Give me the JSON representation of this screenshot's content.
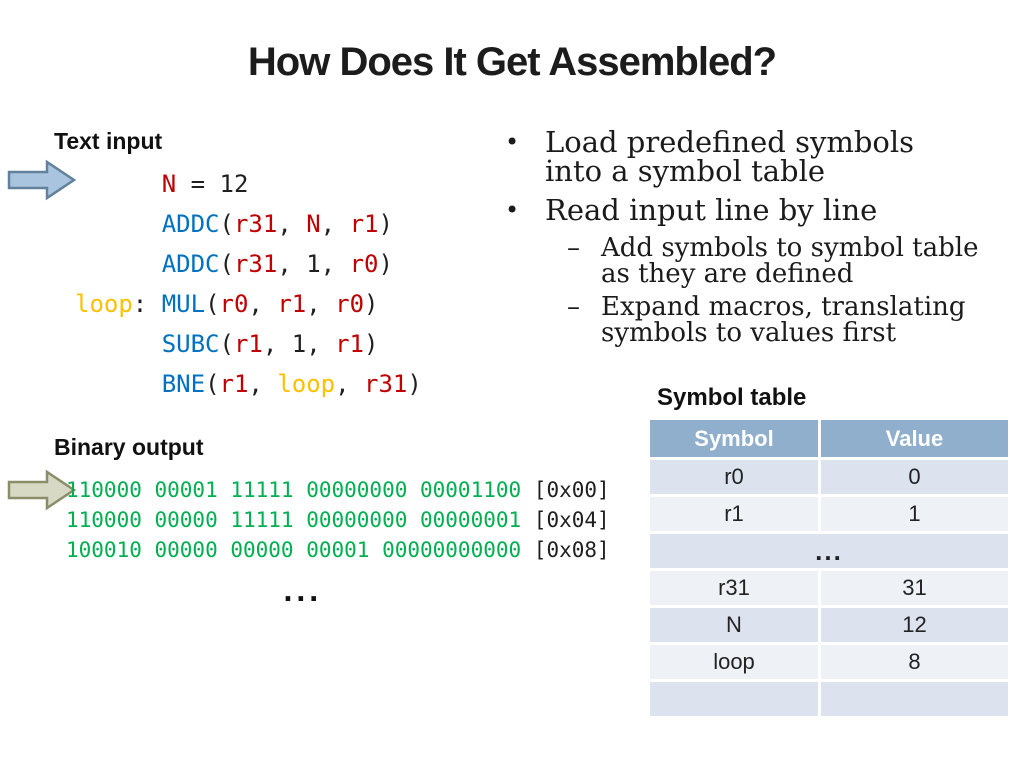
{
  "slide_title": "How Does It Get Assembled?",
  "left_column": {
    "text_input_label": "Text input",
    "code_lines": [
      [
        {
          "t": "      ",
          "c": "k"
        },
        {
          "t": "N",
          "c": "r"
        },
        {
          "t": " = 12",
          "c": "k"
        }
      ],
      [
        {
          "t": "      ",
          "c": "k"
        },
        {
          "t": "ADDC",
          "c": "b"
        },
        {
          "t": "(",
          "c": "k"
        },
        {
          "t": "r31",
          "c": "r"
        },
        {
          "t": ", ",
          "c": "k"
        },
        {
          "t": "N",
          "c": "r"
        },
        {
          "t": ", ",
          "c": "k"
        },
        {
          "t": "r1",
          "c": "r"
        },
        {
          "t": ")",
          "c": "k"
        }
      ],
      [
        {
          "t": "      ",
          "c": "k"
        },
        {
          "t": "ADDC",
          "c": "b"
        },
        {
          "t": "(",
          "c": "k"
        },
        {
          "t": "r31",
          "c": "r"
        },
        {
          "t": ", 1, ",
          "c": "k"
        },
        {
          "t": "r0",
          "c": "r"
        },
        {
          "t": ")",
          "c": "k"
        }
      ],
      [
        {
          "t": "loop",
          "c": "y"
        },
        {
          "t": ": ",
          "c": "k"
        },
        {
          "t": "MUL",
          "c": "b"
        },
        {
          "t": "(",
          "c": "k"
        },
        {
          "t": "r0",
          "c": "r"
        },
        {
          "t": ", ",
          "c": "k"
        },
        {
          "t": "r1",
          "c": "r"
        },
        {
          "t": ", ",
          "c": "k"
        },
        {
          "t": "r0",
          "c": "r"
        },
        {
          "t": ")",
          "c": "k"
        }
      ],
      [
        {
          "t": "      ",
          "c": "k"
        },
        {
          "t": "SUBC",
          "c": "b"
        },
        {
          "t": "(",
          "c": "k"
        },
        {
          "t": "r1",
          "c": "r"
        },
        {
          "t": ", 1, ",
          "c": "k"
        },
        {
          "t": "r1",
          "c": "r"
        },
        {
          "t": ")",
          "c": "k"
        }
      ],
      [
        {
          "t": "      ",
          "c": "k"
        },
        {
          "t": "BNE",
          "c": "b"
        },
        {
          "t": "(",
          "c": "k"
        },
        {
          "t": "r1",
          "c": "r"
        },
        {
          "t": ", ",
          "c": "k"
        },
        {
          "t": "loop",
          "c": "y"
        },
        {
          "t": ", ",
          "c": "k"
        },
        {
          "t": "r31",
          "c": "r"
        },
        {
          "t": ")",
          "c": "k"
        }
      ]
    ],
    "binary_output_label": "Binary output",
    "binary_lines": [
      [
        {
          "t": "110000 00001 11111 00000000 00001100 ",
          "c": "g"
        },
        {
          "t": "[0x00]",
          "c": "k"
        }
      ],
      [
        {
          "t": "110000 00000 11111 00000000 00000001 ",
          "c": "g"
        },
        {
          "t": "[0x04]",
          "c": "k"
        }
      ],
      [
        {
          "t": "100010 00000 00000 00001 00000000000 ",
          "c": "g"
        },
        {
          "t": "[0x08]",
          "c": "k"
        }
      ]
    ],
    "ellipsis": "..."
  },
  "right_column": {
    "bullets": [
      {
        "marker": "•",
        "lines": [
          "Load predefined symbols",
          "into a symbol table"
        ]
      },
      {
        "marker": "•",
        "lines": [
          "Read input line by line"
        ]
      },
      {
        "marker": "–",
        "lines": [
          "Add symbols to symbol table",
          "as they are defined"
        ]
      },
      {
        "marker": "–",
        "lines": [
          "Expand macros, translating",
          "symbols to values first"
        ]
      }
    ]
  },
  "symbol_table": {
    "title": "Symbol table",
    "headers": [
      "Symbol",
      "Value"
    ],
    "rows": [
      {
        "symbol": "r0",
        "value": "0"
      },
      {
        "symbol": "r1",
        "value": "1"
      },
      {
        "merged": "..."
      },
      {
        "symbol": "r31",
        "value": "31"
      },
      {
        "symbol": "N",
        "value": "12"
      },
      {
        "symbol": "loop",
        "value": "8"
      },
      {
        "symbol": "",
        "value": ""
      }
    ]
  },
  "icons": {
    "text_input_arrow": "right-block-arrow",
    "binary_output_arrow": "right-block-arrow"
  },
  "colors": {
    "opcode_blue": "#0070C0",
    "register_red": "#C00000",
    "label_yellow": "#FFC000",
    "binary_green": "#00B050",
    "table_header_blue": "#8FAFCC",
    "table_row_dark": "#DCE3EE",
    "table_row_light": "#EEF1F6",
    "arrow_blue_fill": "#A9C4DE",
    "arrow_blue_stroke": "#62819C",
    "arrow_olive_fill": "#D8D9C5",
    "arrow_olive_stroke": "#8B8D69"
  }
}
